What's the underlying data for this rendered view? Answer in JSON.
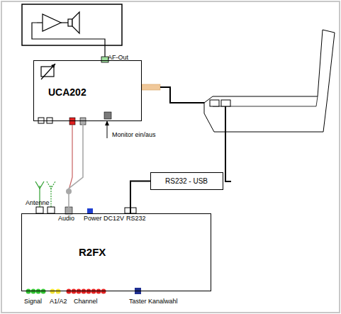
{
  "diagram": {
    "nodes": [
      {
        "text": [
          "UCA202"
        ]
      },
      {
        "text": [
          "RS232 - USB"
        ]
      },
      {
        "text": [
          "R2FX"
        ]
      }
    ],
    "edges": [
      {
        "from": 0,
        "to": 2,
        "arrow": "none"
      },
      {
        "from": 2,
        "to": 1,
        "arrow": "none"
      }
    ],
    "labels": [
      "AF-Out",
      "Monitor ein/aus",
      "Antenne",
      "Audio",
      "Power DC12V",
      "RS232",
      "Signal",
      "A1/A2",
      "Channel",
      "Taster Kanalwahl"
    ]
  }
}
